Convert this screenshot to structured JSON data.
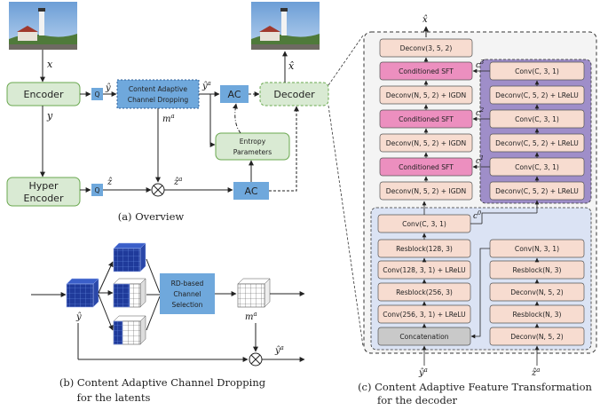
{
  "overview": {
    "encoder": "Encoder",
    "hyper_encoder_line1": "Hyper",
    "hyper_encoder_line2": "Encoder",
    "quantizer": "Q",
    "quantizer2": "Q",
    "ccd_line1": "Content Adaptive",
    "ccd_line2": "Channel Dropping",
    "ac_top": "AC",
    "ac_bottom": "AC",
    "decoder": "Decoder",
    "entropy_line1": "Entropy",
    "entropy_line2": "Parameters",
    "sym_x": "x",
    "sym_xhat": "x̂",
    "sym_y": "y",
    "sym_yhat": "ŷ",
    "sym_ya": "ŷa",
    "sym_ma": "ma",
    "sym_zhat": "ẑ",
    "sym_za": "ẑa",
    "caption": "(a) Overview"
  },
  "dropping": {
    "rd_line1": "RD-based",
    "rd_line2": "Channel",
    "rd_line3": "Selection",
    "sym_yhat": "ŷ",
    "sym_ma": "ma",
    "sym_ya": "ŷa",
    "caption_line1": "(b) Content Adaptive Channel Dropping",
    "caption_line2": "for the latents"
  },
  "transform": {
    "decoder_column": [
      "Deconv(3, 5, 2)",
      "Conditioned SFT",
      "Deconv(N, 5, 2) + IGDN",
      "Conditioned SFT",
      "Deconv(N, 5, 2) + IGDN",
      "Conditioned SFT",
      "Deconv(N, 5, 2) + IGDN"
    ],
    "condition_column": [
      "Conv(C, 3, 1)",
      "Deconv(C, 5, 2) + LReLU",
      "Conv(C, 3, 1)",
      "Deconv(C, 5, 2) + LReLU",
      "Conv(C, 3, 1)",
      "Deconv(C, 5, 2) + LReLU"
    ],
    "y_branch": [
      "Conv(C, 3, 1)",
      "Resblock(128, 3)",
      "Conv(128, 3, 1) + LReLU",
      "Resblock(256, 3)",
      "Conv(256, 3, 1) + LReLU",
      "Concatenation"
    ],
    "z_branch": [
      "Conv(N, 3, 1)",
      "Resblock(N, 3)",
      "Deconv(N, 5, 2)",
      "Resblock(N, 3)",
      "Deconv(N, 5, 2)"
    ],
    "sym_xhat": "x̂",
    "sym_c3": "c3",
    "sym_c2": "c2",
    "sym_c1": "c1",
    "sym_c0": "c0",
    "sym_ya": "ŷa",
    "sym_za": "ẑa",
    "caption_line1": "(c) Content Adaptive Feature Transformation",
    "caption_line2": "for the decoder"
  },
  "colors": {
    "green_fill": "#d9ead3",
    "green_stroke": "#6aa84f",
    "blue_fill": "#6fa8dc",
    "pink_fill": "#ec8fbf",
    "beige_fill": "#f7dcd0",
    "purple_bg": "#9f8ec9",
    "lightblue_bg": "#dbe3f4",
    "gray_fill": "#c9c9c9"
  }
}
